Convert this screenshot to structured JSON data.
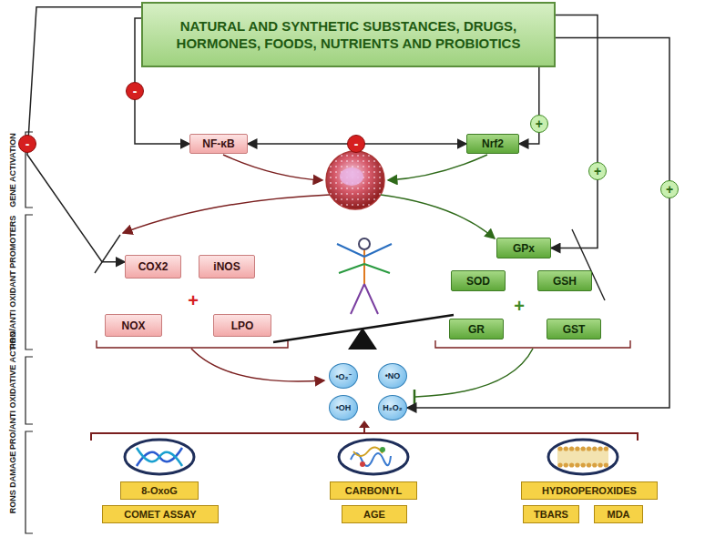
{
  "diagram": {
    "nodes": [
      {
        "text": [
          "NATURAL AND SYNTHETIC SUBSTANCES, DRUGS, HORMONES, FOODS, NUTRIENTS AND PROBIOTICS"
        ]
      },
      {
        "text": [
          "NF-κB"
        ]
      },
      {
        "text": [
          "Nrf2"
        ]
      },
      {
        "text": [
          "COX2"
        ]
      },
      {
        "text": [
          "iNOS"
        ]
      },
      {
        "text": [
          "NOX"
        ]
      },
      {
        "text": [
          "LPO"
        ]
      },
      {
        "text": [
          "GPx"
        ]
      },
      {
        "text": [
          "SOD"
        ]
      },
      {
        "text": [
          "GSH"
        ]
      },
      {
        "text": [
          "GR"
        ]
      },
      {
        "text": [
          "GST"
        ]
      },
      {
        "text": [
          "•O₂⁻"
        ]
      },
      {
        "text": [
          "•NO"
        ]
      },
      {
        "text": [
          "•OH"
        ]
      },
      {
        "text": [
          "H₂O₂"
        ]
      },
      {
        "text": [
          "8-OxoG"
        ]
      },
      {
        "text": [
          "COMET ASSAY"
        ]
      },
      {
        "text": [
          "CARBONYL"
        ]
      },
      {
        "text": [
          "AGE"
        ]
      },
      {
        "text": [
          "HYDROPEROXIDES"
        ]
      },
      {
        "text": [
          "TBARS"
        ]
      },
      {
        "text": [
          "MDA"
        ]
      }
    ],
    "edges": [
      {
        "from": 0,
        "to": 1,
        "arrow": "to",
        "label": "-"
      },
      {
        "from": 0,
        "to": 3,
        "arrow": "to",
        "label": "-"
      },
      {
        "from": 1,
        "to": 2,
        "arrow": "both",
        "label": "-"
      },
      {
        "from": 0,
        "to": 2,
        "arrow": "to",
        "label": "+"
      },
      {
        "from": 0,
        "to": 7,
        "arrow": "to",
        "label": "+"
      },
      {
        "from": 0,
        "to": 15,
        "arrow": "to",
        "label": "+"
      }
    ],
    "labels": [
      "GENE ACTIVATION",
      "PRO/ANTI OXIDANT PROMOTERS",
      "PRO/ANTI OXIDATIVE ACTION",
      "RONS DAMAGE",
      "+",
      "+"
    ]
  }
}
